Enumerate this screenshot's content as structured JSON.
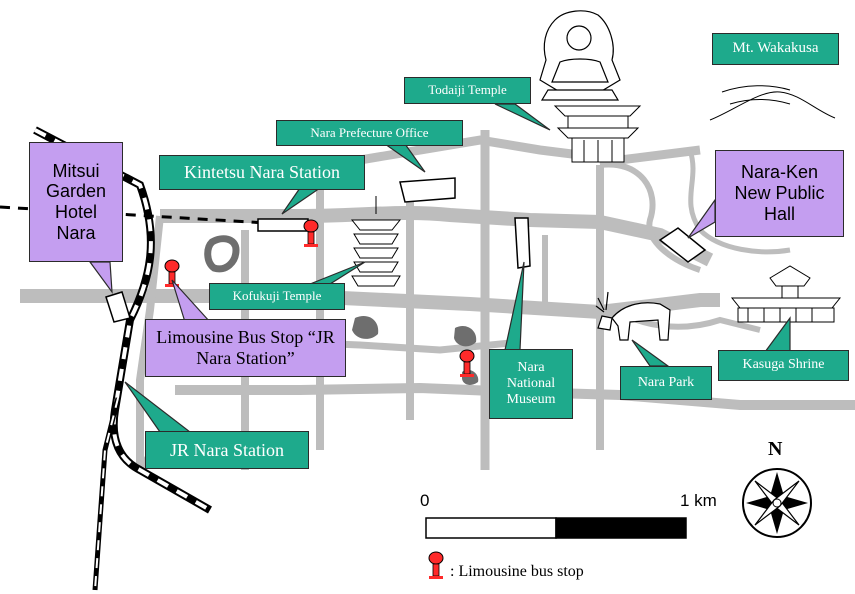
{
  "labels": {
    "mitsui_hotel": "Mitsui Garden Hotel Nara",
    "kintetsu_station": "Kintetsu Nara Station",
    "prefecture_office": "Nara Prefecture Office",
    "todaiji": "Todaiji Temple",
    "mt_wakakusa": "Mt. Wakakusa",
    "public_hall": "Nara-Ken New Public Hall",
    "kofukuji": "Kofukuji Temple",
    "limousine_stop": "Limousine Bus Stop “JR Nara Station”",
    "national_museum": "Nara National Museum",
    "nara_park": "Nara Park",
    "kasuga_shrine": "Kasuga Shrine",
    "jr_station": "JR Nara Station"
  },
  "scale": {
    "start": "0",
    "end": "1 km"
  },
  "north": "N",
  "legend": {
    "text": ": Limousine bus stop"
  },
  "colors": {
    "green": "#1eaa8c",
    "purple": "#c49ef0",
    "road": "#bdbdbd",
    "dark_area": "#6e6e6e"
  },
  "icons": [
    "bus-stop-icon",
    "pagoda-icon",
    "great-buddha-icon",
    "temple-gate-icon",
    "deer-icon",
    "shrine-icon",
    "mountain-icon",
    "compass-rose-icon"
  ]
}
